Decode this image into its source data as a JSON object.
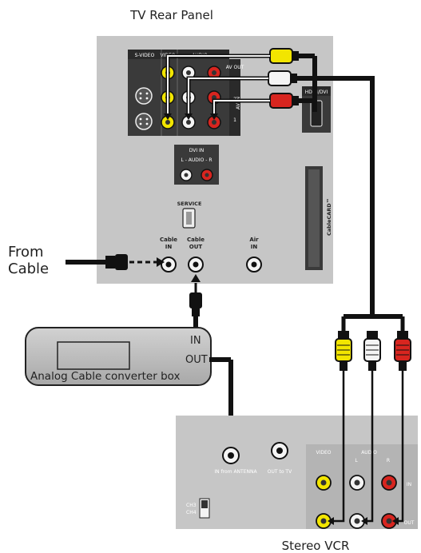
{
  "tv": {
    "title": "TV Rear Panel",
    "labels": {
      "svideo": "S-VIDEO",
      "video": "VIDEO",
      "audio": "AUDIO",
      "av_out": "AV OUT",
      "av_2": "2",
      "av_1": "1",
      "av_in": "AV IN",
      "hdmi_dvi": "HDMI/DVI",
      "dvi_in": "DVI IN",
      "dvi_audio": "L - AUDIO - R",
      "service": "SERVICE",
      "cable_in": "Cable IN",
      "cable_out": "Cable OUT",
      "air_in": "Air IN",
      "cablecard": "CableCARD™"
    }
  },
  "from_cable": {
    "line1": "From",
    "line2": "Cable"
  },
  "converter": {
    "label": "Analog Cable converter box",
    "in": "IN",
    "out": "OUT"
  },
  "vcr": {
    "title": "Stereo VCR",
    "labels": {
      "video": "VIDEO",
      "audio": "AUDIO",
      "l": "L",
      "r": "R",
      "in": "IN",
      "out": "OUT",
      "in_from_antenna": "IN from ANTENNA",
      "out_to_tv": "OUT to TV",
      "ch3": "CH3",
      "ch4": "CH4"
    }
  },
  "colors": {
    "panel": "#c6c6c6",
    "yellow": "#f2e500",
    "white": "#f4f4f4",
    "red": "#d8251f",
    "cable": "#111111"
  }
}
